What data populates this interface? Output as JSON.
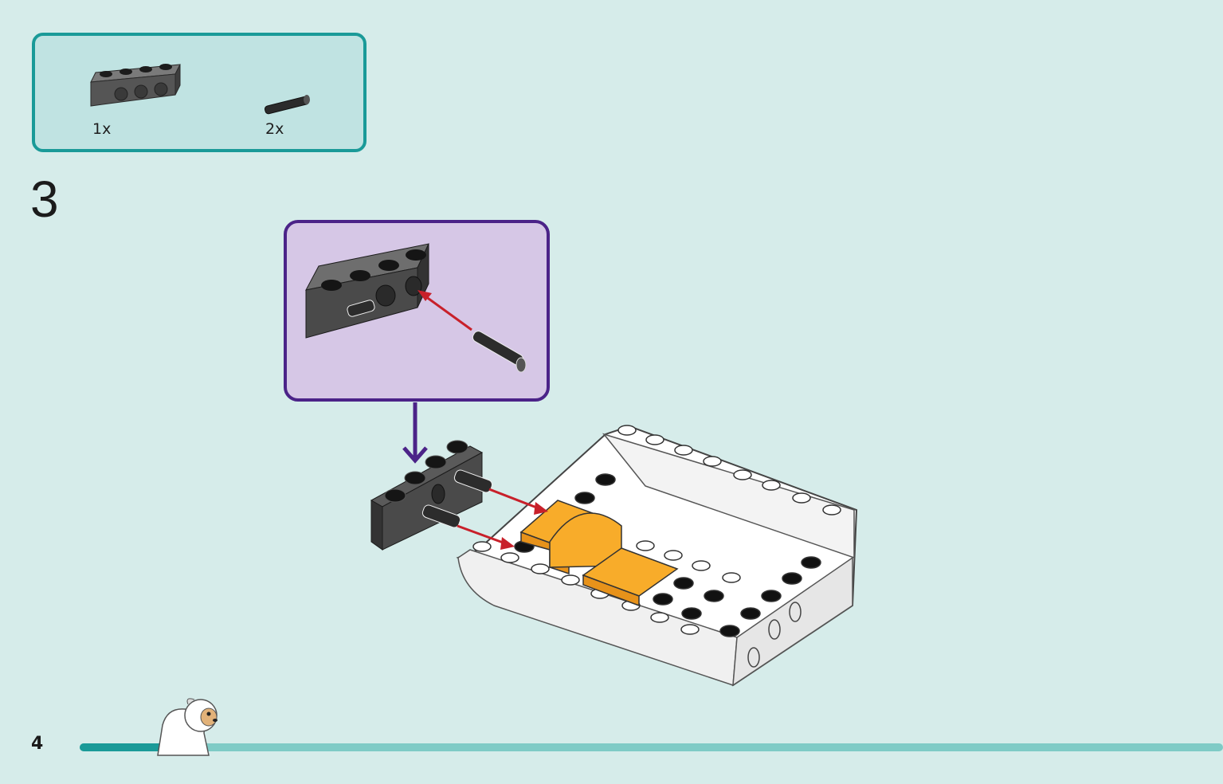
{
  "parts_list": {
    "items": [
      {
        "name": "technic-brick-1x4-dark-grey",
        "count": "1x"
      },
      {
        "name": "technic-pin-black",
        "count": "2x"
      }
    ]
  },
  "step": {
    "number": "3"
  },
  "page": {
    "number": "4"
  },
  "colors": {
    "background": "#d6ecea",
    "parts_box_border": "#1a9a98",
    "callout_border": "#4b2388",
    "callout_fill": "#d6c7e6",
    "arrow_red": "#c8202a",
    "progress_bar": "#7fcbc6",
    "progress_done": "#1a9a98"
  }
}
